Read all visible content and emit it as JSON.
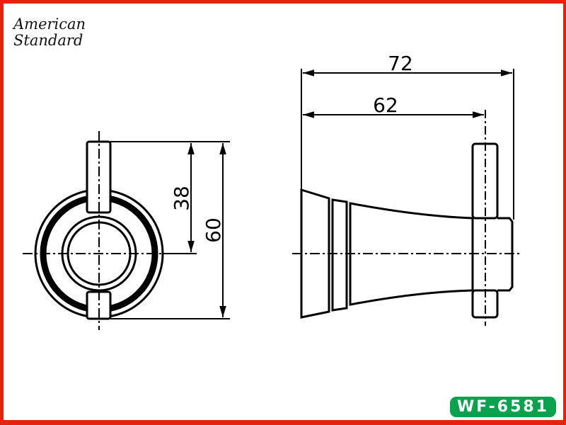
{
  "brand": {
    "line1": "American",
    "line2": "Standard"
  },
  "model": "WF-6581",
  "dimensions": {
    "d38": "38",
    "d60": "60",
    "d72": "72",
    "d62": "62"
  },
  "colors": {
    "border": "#e8200e",
    "badge": "#0aa24c"
  }
}
